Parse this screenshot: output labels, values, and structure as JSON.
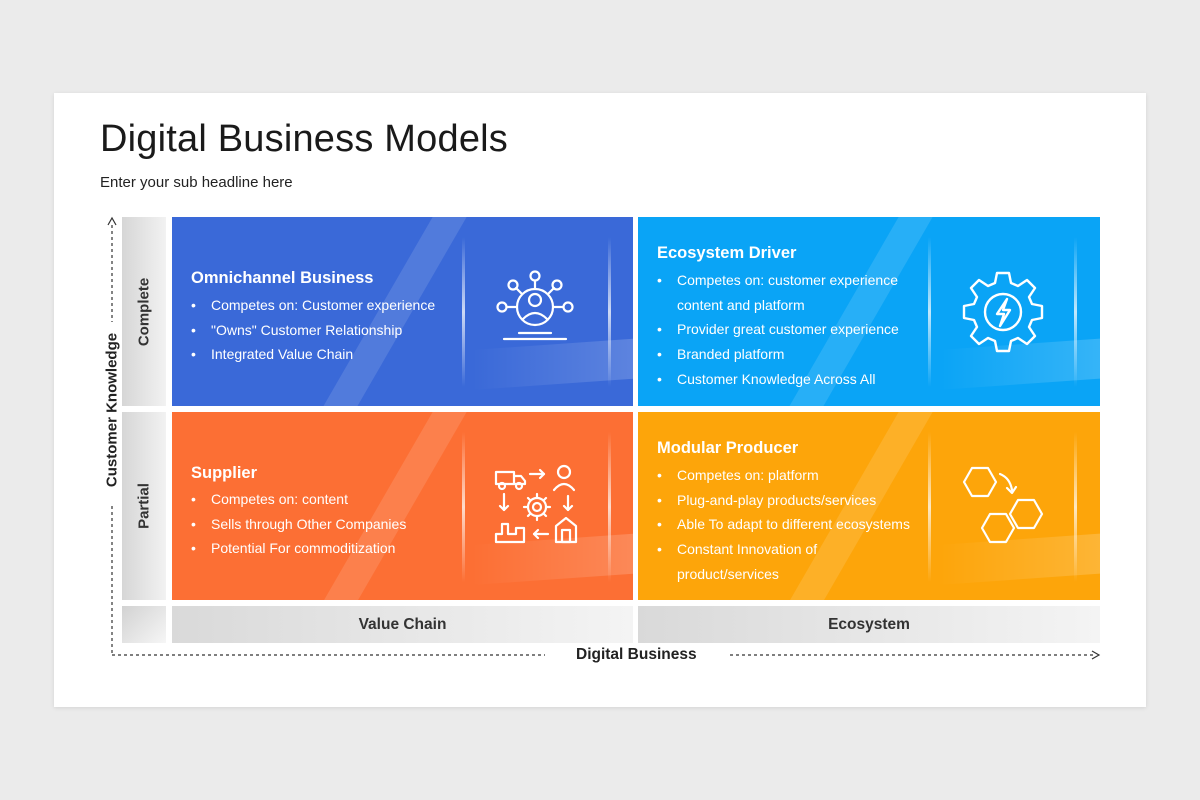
{
  "slide": {
    "title": "Digital Business Models",
    "subtitle": "Enter your sub headline here"
  },
  "axes": {
    "y_label": "Customer Knowledge",
    "x_label": "Digital Business",
    "rows": [
      "Complete",
      "Partial"
    ],
    "columns": [
      "Value Chain",
      "Ecosystem"
    ]
  },
  "quadrants": {
    "omnichannel": {
      "title": "Omnichannel Business",
      "color": "#3a69d8",
      "icon": "person-network-icon",
      "items": [
        "Competes on: Customer experience",
        "\"Owns\" Customer Relationship",
        "Integrated Value Chain"
      ]
    },
    "ecosystem_driver": {
      "title": "Ecosystem Driver",
      "color": "#0aa4f6",
      "icon": "gear-lightning-icon",
      "items": [
        "Competes on: customer experience",
        "content and platform",
        "Provider great customer experience",
        "Branded platform",
        "Customer Knowledge Across All"
      ]
    },
    "supplier": {
      "title": "Supplier",
      "color": "#fc6f34",
      "icon": "supply-chain-icon",
      "items": [
        "Competes on: content",
        "Sells through Other Companies",
        "Potential For commoditization"
      ]
    },
    "modular_producer": {
      "title": "Modular Producer",
      "color": "#fda50a",
      "icon": "hexagon-modules-icon",
      "items": [
        "Competes on: platform",
        "Plug-and-play products/services",
        "Able To adapt to different ecosystems",
        "Constant Innovation of",
        "product/services"
      ]
    }
  }
}
